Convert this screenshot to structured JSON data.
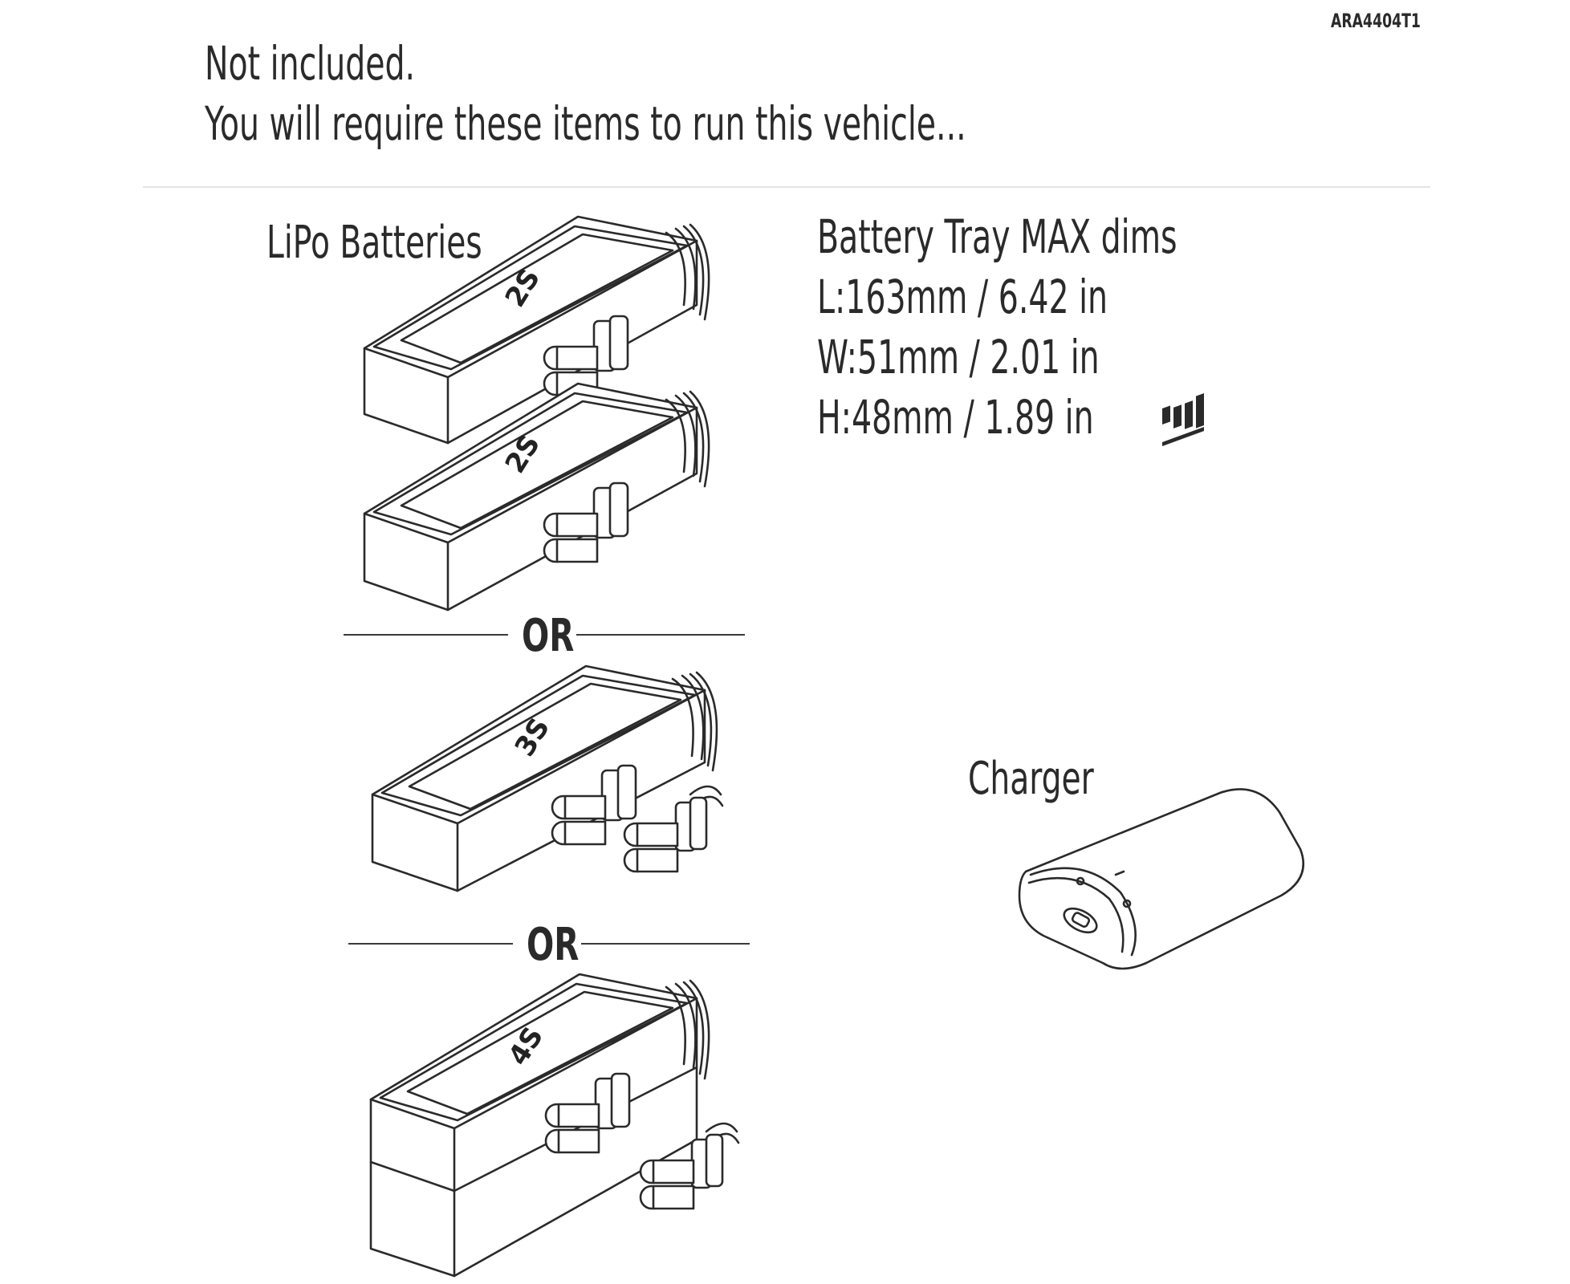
{
  "part_code": "ARA4404T1",
  "header": {
    "line1": "Not included.",
    "line2": "You will require these items to run this vehicle..."
  },
  "lipo": {
    "title": "LiPo Batteries",
    "batteries": [
      {
        "label": "2S"
      },
      {
        "label": "2S"
      },
      {
        "label": "3S"
      },
      {
        "label": "4S"
      }
    ],
    "separator_label": "OR"
  },
  "battery_tray": {
    "title": "Battery Tray MAX dims",
    "length": "L:163mm / 6.42 in",
    "width": "W:51mm / 2.01 in",
    "height": "H:48mm / 1.89 in"
  },
  "charger": {
    "title": "Charger"
  },
  "colors": {
    "line": "#2a2a2a",
    "divider": "#e3e3e3"
  }
}
